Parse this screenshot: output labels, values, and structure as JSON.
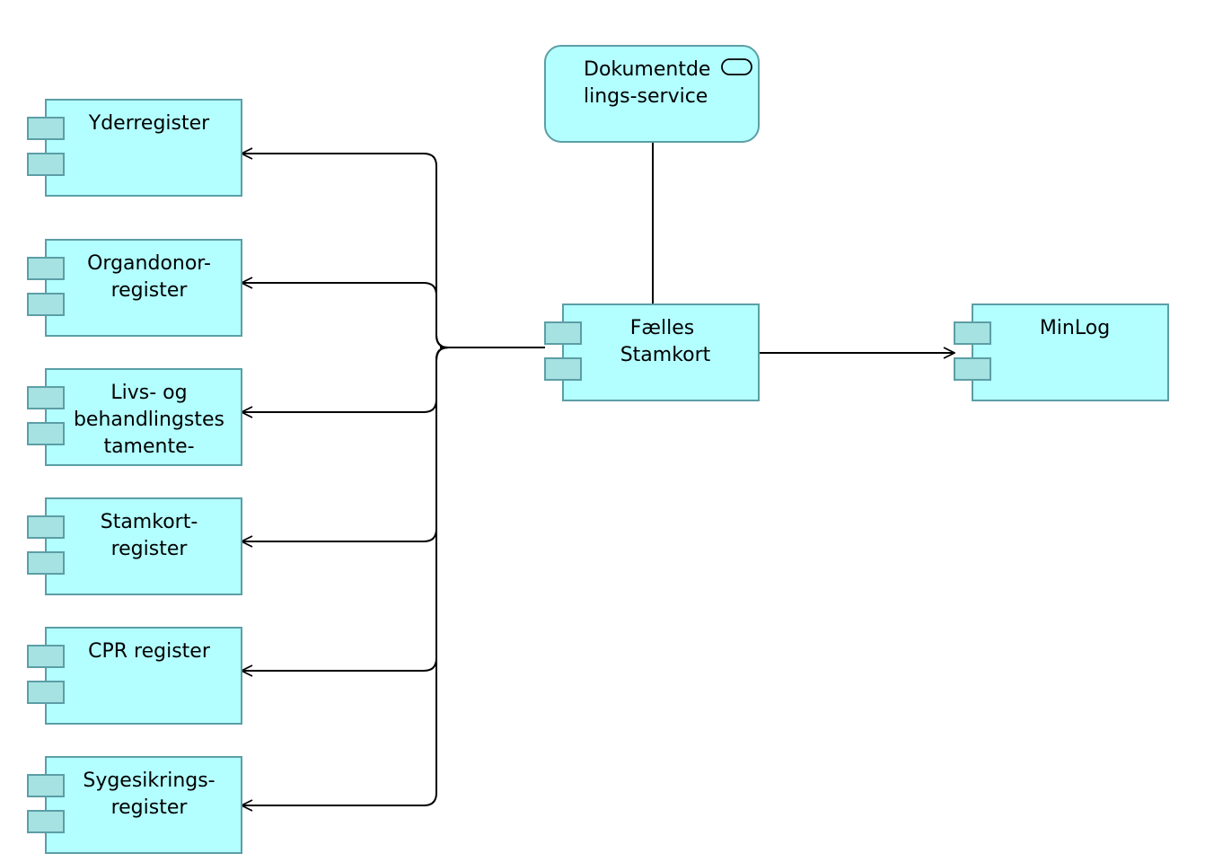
{
  "diagram": {
    "service": {
      "label_lines": [
        "Dokumentde",
        "lings-service"
      ],
      "icon": "service-icon"
    },
    "hub": {
      "label_lines": [
        "Fælles",
        "Stamkort"
      ]
    },
    "minlog": {
      "label_lines": [
        "MinLog"
      ]
    },
    "registers": [
      {
        "id": "yderregister",
        "label_lines": [
          "Yderregister"
        ]
      },
      {
        "id": "organdonorregister",
        "label_lines": [
          "Organdonor-",
          "register"
        ]
      },
      {
        "id": "livstestamente",
        "label_lines": [
          "Livs- og",
          "behandlingstes",
          "tamente-"
        ]
      },
      {
        "id": "stamkortregister",
        "label_lines": [
          "Stamkort-",
          "register"
        ]
      },
      {
        "id": "cpr-register",
        "label_lines": [
          "CPR register"
        ]
      },
      {
        "id": "sygesikringsregister",
        "label_lines": [
          "Sygesikrings-",
          "register"
        ]
      }
    ],
    "colors": {
      "node_fill": "#b3ffff",
      "node_tab_fill": "#a6e2e2",
      "node_stroke": "#5c9ea6",
      "line": "#000000"
    }
  }
}
